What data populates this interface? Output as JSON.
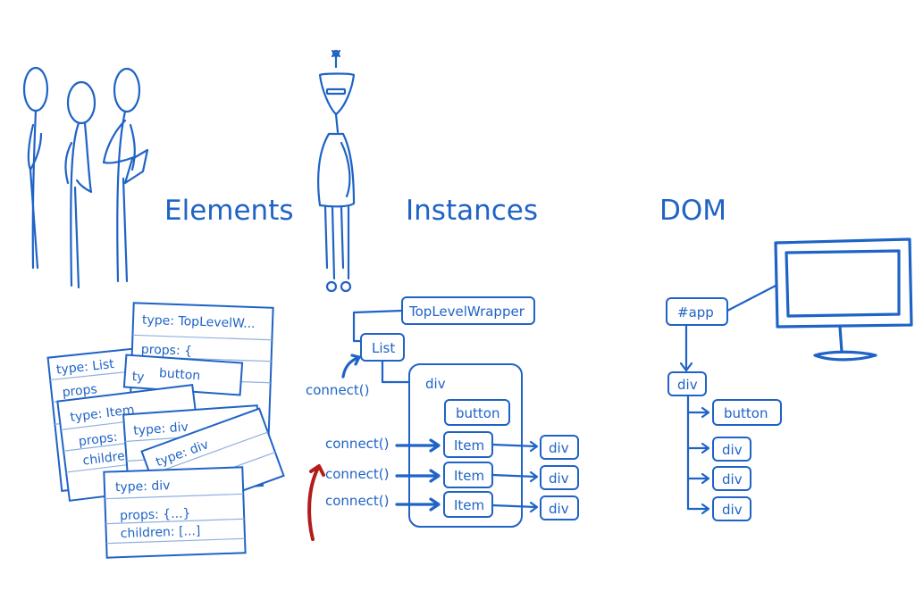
{
  "headings": {
    "elements": "Elements",
    "instances": "Instances",
    "dom": "DOM"
  },
  "element_cards": {
    "back_left": {
      "type_line": "type: List",
      "props_line": "props"
    },
    "top_level": {
      "type_line": "type: TopLevelW...",
      "props_line": "props: {",
      "button_line": "button"
    },
    "item": {
      "type_line": "type: Item",
      "props_line": "props:",
      "children_line": "children",
      "ty_line": "ty"
    },
    "div_back": {
      "type_line": "type: div"
    },
    "div_mid": {
      "type_line": "type: div"
    },
    "div_front": {
      "type_line": "type: div",
      "props_line": "props: {...}",
      "children_line": "children: [...]"
    }
  },
  "instances": {
    "top_level_wrapper": "TopLevelWrapper",
    "list": "List",
    "connect_list": "connect()",
    "div": "div",
    "button": "button",
    "rows": [
      {
        "connect": "connect()",
        "item": "Item",
        "div": "div"
      },
      {
        "connect": "connect()",
        "item": "Item",
        "div": "div"
      },
      {
        "connect": "connect()",
        "item": "Item",
        "div": "div"
      }
    ]
  },
  "dom": {
    "app": "#app",
    "div": "div",
    "button": "button",
    "children": [
      "div",
      "div",
      "div"
    ]
  },
  "colors": {
    "ink": "#1f63c6",
    "accent_red": "#b41c1c"
  }
}
